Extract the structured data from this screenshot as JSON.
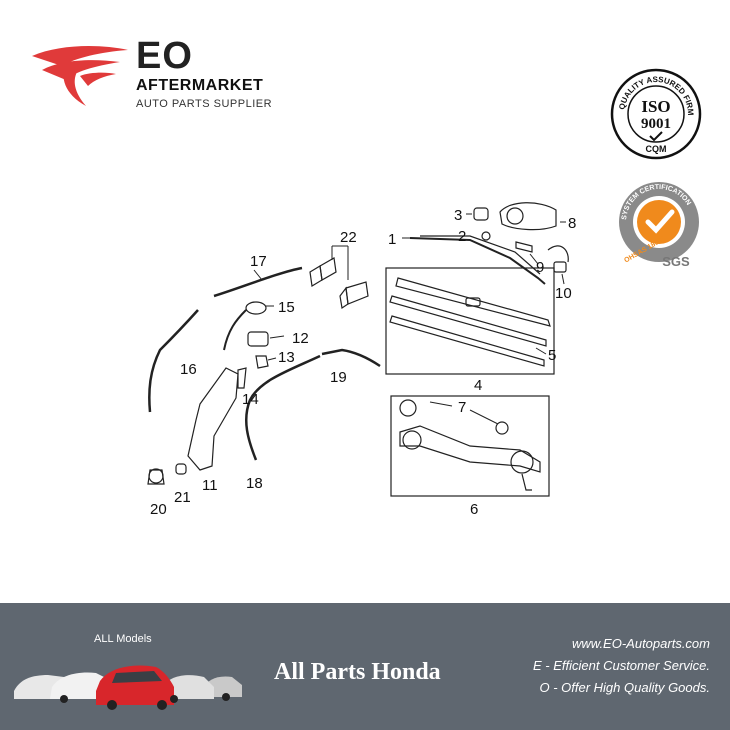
{
  "header": {
    "brand_name": "EO",
    "brand_line": "AFTERMARKET",
    "brand_sub": "AUTO PARTS SUPPLIER",
    "accent_color": "#e03a3a"
  },
  "badges": {
    "iso_ring_text": "QUALITY ASSURED FIRM",
    "iso_main": "ISO",
    "iso_number": "9001",
    "iso_bottom": "CQM",
    "sgs_ring_text": "SYSTEM CERTIFICATION",
    "sgs_bottom_text": "OHSAS 18001",
    "sgs_logo": "SGS",
    "sgs_check_color": "#f08a1c"
  },
  "diagram": {
    "callouts": [
      "1",
      "2",
      "3",
      "4",
      "5",
      "6",
      "7",
      "8",
      "9",
      "10",
      "11",
      "12",
      "13",
      "14",
      "15",
      "16",
      "17",
      "18",
      "19",
      "20",
      "21",
      "22"
    ]
  },
  "footer": {
    "all_models": "ALL Models",
    "title": "All Parts Honda",
    "website": "www.EO-Autoparts.com",
    "line_e": "E - Efficient Customer Service.",
    "line_o": "O - Offer High Quality Goods.",
    "bg_color": "#5f6770"
  }
}
